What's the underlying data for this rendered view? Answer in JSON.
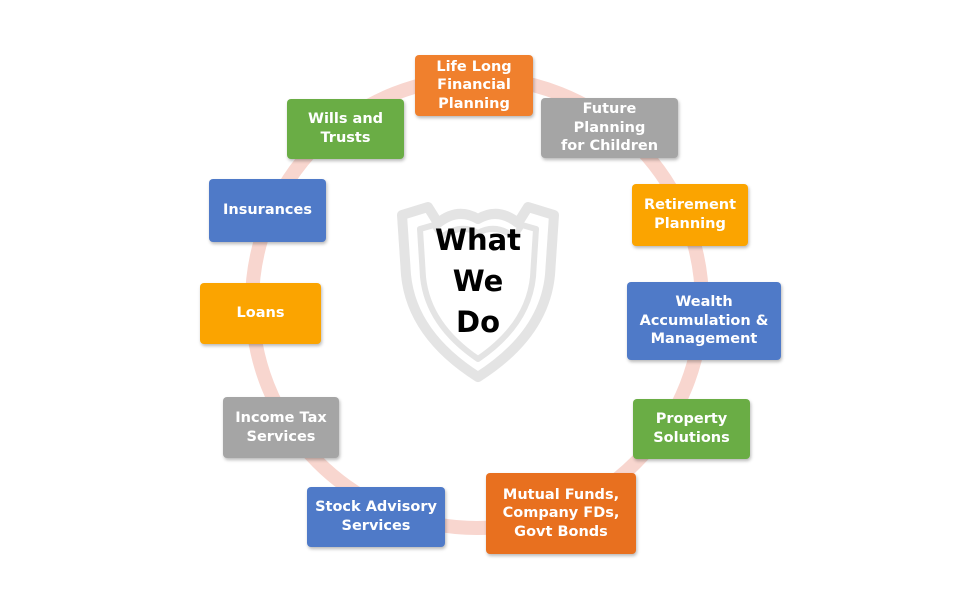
{
  "colors": {
    "ring": "#f8d6cf",
    "orange_light": "#f0802d",
    "orange_dark": "#e8701f",
    "gray": "#a5a5a5",
    "amber": "#fba400",
    "blue": "#4f7ac8",
    "green": "#6aad45",
    "shield": "#e4e4e4"
  },
  "center": {
    "title": "What\nWe\nDo",
    "icon": "shield-icon"
  },
  "services": [
    {
      "label": "Life Long\nFinancial\nPlanning",
      "color": "#f0802d"
    },
    {
      "label": "Future Planning\nfor Children",
      "color": "#a5a5a5"
    },
    {
      "label": "Retirement\nPlanning",
      "color": "#fba400"
    },
    {
      "label": "Wealth\nAccumulation &\nManagement",
      "color": "#4f7ac8"
    },
    {
      "label": "Property\nSolutions",
      "color": "#6aad45"
    },
    {
      "label": "Mutual Funds,\nCompany FDs,\nGovt Bonds",
      "color": "#e8701f"
    },
    {
      "label": "Stock Advisory\nServices",
      "color": "#4f7ac8"
    },
    {
      "label": "Income Tax\nServices",
      "color": "#a5a5a5"
    },
    {
      "label": "Loans",
      "color": "#fba400"
    },
    {
      "label": "Insurances",
      "color": "#4f7ac8"
    },
    {
      "label": "Wills and\nTrusts",
      "color": "#6aad45"
    }
  ]
}
